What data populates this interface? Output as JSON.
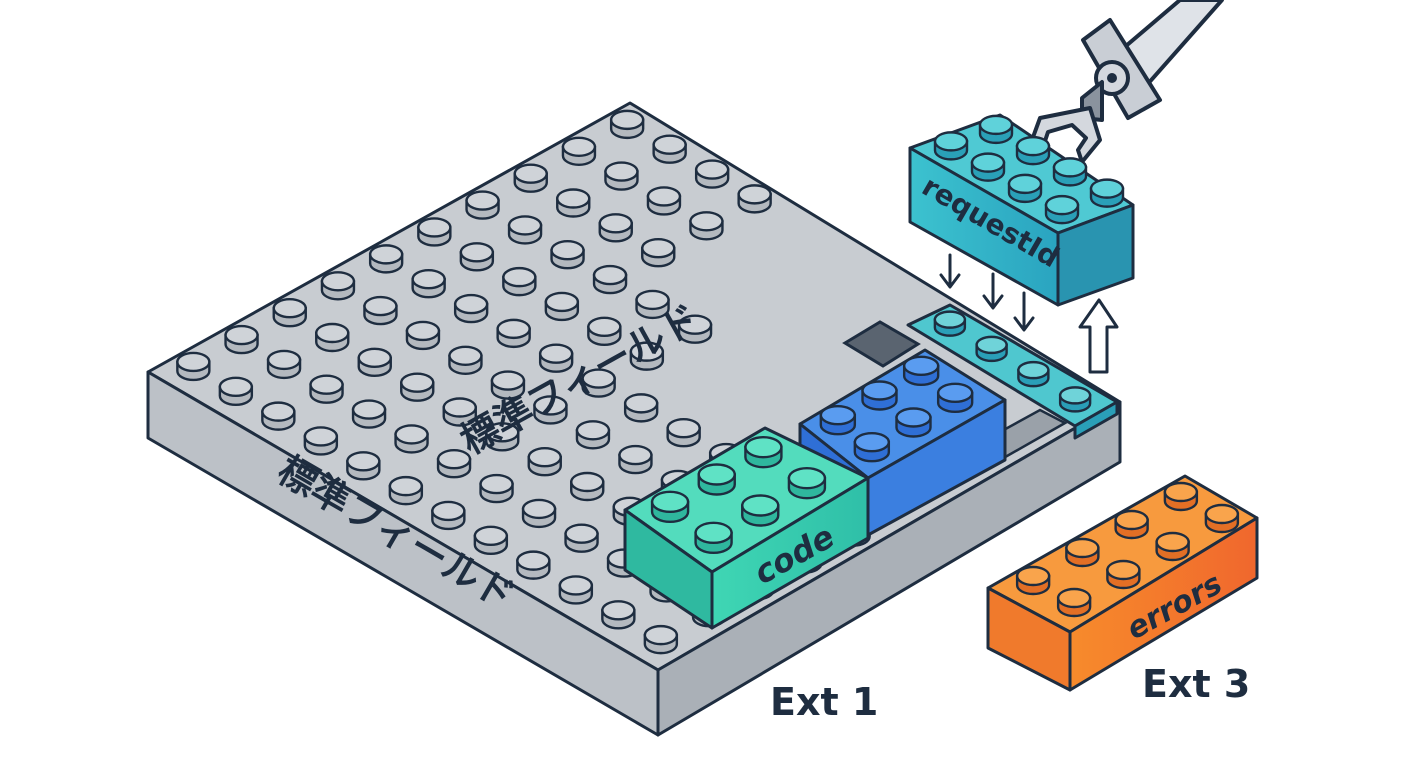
{
  "board": {
    "top_label": "標準フィールド",
    "side_label": "標準フィールド"
  },
  "bricks": {
    "green": {
      "label": "code",
      "color": "#3fcfb0"
    },
    "blue": {
      "label": "",
      "color": "#3b7fe0"
    },
    "teal": {
      "label": "requestId",
      "color": "#36b4c8"
    },
    "orange": {
      "label": "errors",
      "color": "#f57f2a"
    }
  },
  "captions": {
    "ext1": "Ext 1",
    "ext3": "Ext 3"
  },
  "colors": {
    "outline": "#1e2d40",
    "board_top": "#c8ccd1",
    "board_side": "#b3b8be"
  }
}
